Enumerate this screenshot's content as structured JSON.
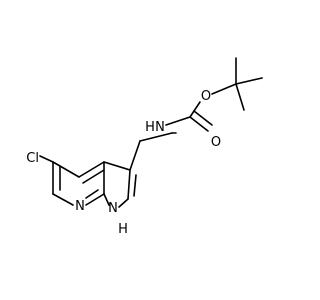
{
  "molecule": {
    "atom_labels": {
      "chlorine": "Cl",
      "pyridine_nitrogen": "N",
      "pyrrole_nitrogen_n": "N",
      "pyrrole_nitrogen_h": "H",
      "carbamate_nitrogen_h": "H",
      "carbamate_nitrogen_n": "N",
      "ester_oxygen": "O",
      "carbonyl_oxygen": "O"
    },
    "colors": {
      "bond": "#000000",
      "label": "#000000",
      "background": "#ffffff"
    }
  }
}
